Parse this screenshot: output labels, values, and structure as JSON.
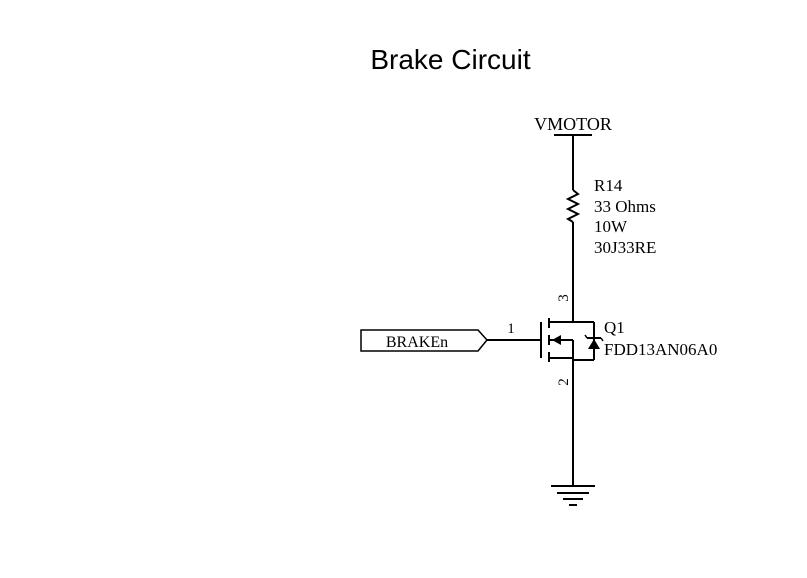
{
  "title": "Brake Circuit",
  "net_labels": {
    "supply": "VMOTOR",
    "input": "BRAKEn"
  },
  "resistor": {
    "ref": "R14",
    "value": "33 Ohms",
    "power": "10W",
    "part": "30J33RE"
  },
  "mosfet": {
    "ref": "Q1",
    "part": "FDD13AN06A0",
    "pin_gate": "1",
    "pin_source": "2",
    "pin_drain": "3"
  }
}
